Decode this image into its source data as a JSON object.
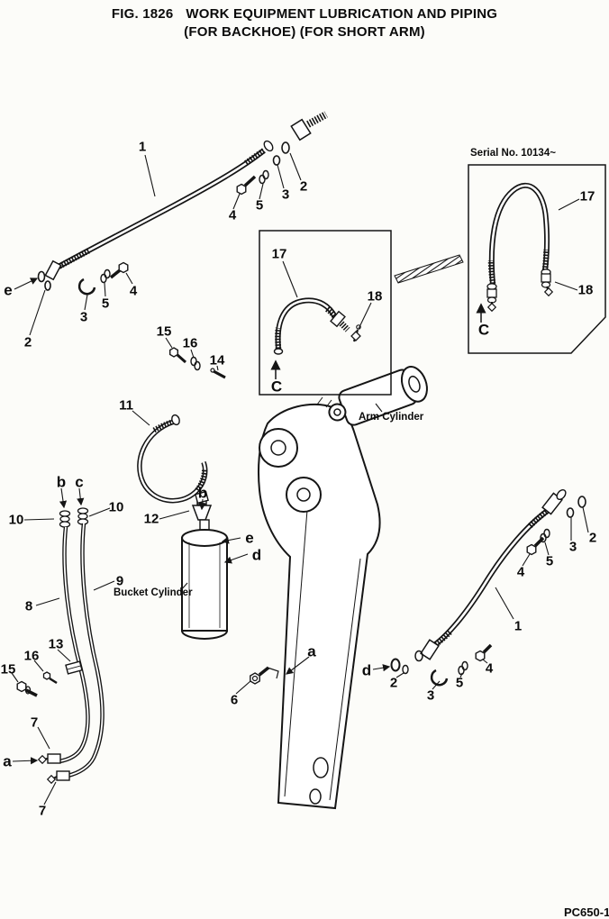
{
  "page": {
    "figure_no": "FIG. 1826",
    "title": "WORK EQUIPMENT LUBRICATION AND PIPING",
    "subtitle": "(FOR BACKHOE) (FOR SHORT ARM)",
    "footer_code": "PC650-1",
    "ink_color": "#111111"
  },
  "diagram": {
    "serial_note": "Serial No. 10134~",
    "arm_cylinder_label": "Arm Cylinder",
    "bucket_cylinder_label": "Bucket Cylinder",
    "callouts": [
      {
        "text": "1"
      },
      {
        "text": "2"
      },
      {
        "text": "3"
      },
      {
        "text": "4"
      },
      {
        "text": "5"
      },
      {
        "text": "e"
      },
      {
        "text": "2"
      },
      {
        "text": "3"
      },
      {
        "text": "5"
      },
      {
        "text": "4"
      },
      {
        "text": "15"
      },
      {
        "text": "16"
      },
      {
        "text": "14"
      },
      {
        "text": "11"
      },
      {
        "text": "17"
      },
      {
        "text": "18"
      },
      {
        "text": "C"
      },
      {
        "text": "17"
      },
      {
        "text": "18"
      },
      {
        "text": "C"
      },
      {
        "text": "12"
      },
      {
        "text": "b"
      },
      {
        "text": "e"
      },
      {
        "text": "d"
      },
      {
        "text": "b"
      },
      {
        "text": "c"
      },
      {
        "text": "10"
      },
      {
        "text": "10"
      },
      {
        "text": "9"
      },
      {
        "text": "8"
      },
      {
        "text": "13"
      },
      {
        "text": "16"
      },
      {
        "text": "15"
      },
      {
        "text": "7"
      },
      {
        "text": "a"
      },
      {
        "text": "7"
      },
      {
        "text": "6"
      },
      {
        "text": "a"
      },
      {
        "text": "2"
      },
      {
        "text": "3"
      },
      {
        "text": "5"
      },
      {
        "text": "4"
      },
      {
        "text": "1"
      },
      {
        "text": "d"
      },
      {
        "text": "2"
      },
      {
        "text": "3"
      },
      {
        "text": "5"
      },
      {
        "text": "4"
      }
    ]
  }
}
